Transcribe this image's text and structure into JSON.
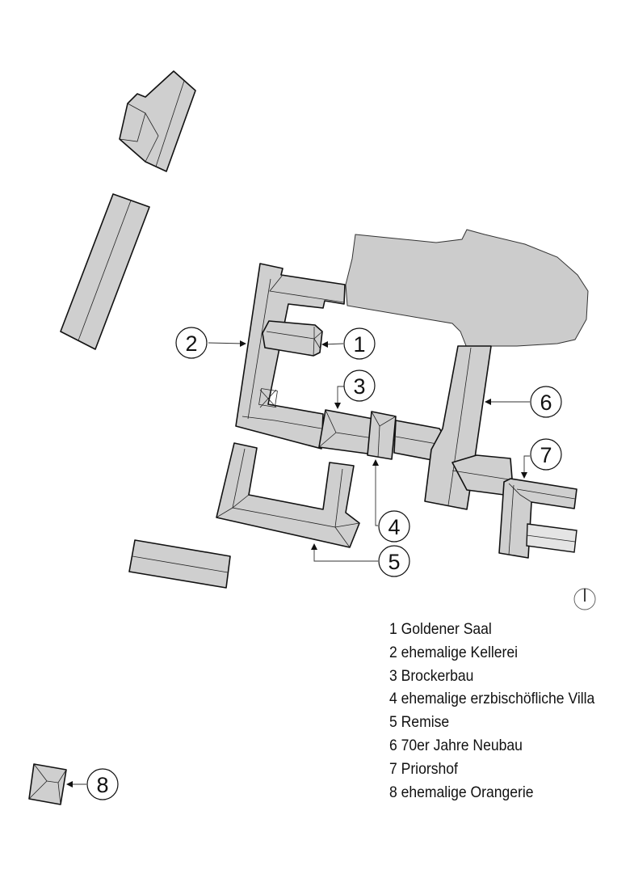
{
  "markers": [
    "1",
    "2",
    "3",
    "4",
    "5",
    "6",
    "7",
    "8"
  ],
  "legend": [
    "1 Goldener Saal",
    "2 ehemalige Kellerei",
    "3 Brockerbau",
    "4 ehemalige erzbischöfliche Villa",
    "5 Remise",
    "6 70er Jahre Neubau",
    "7 Priorshof",
    "8 ehemalige Orangerie"
  ],
  "icons": {
    "north": "north-arrow-icon"
  },
  "colors": {
    "building": "#cfcfcf",
    "church": "#cccccc",
    "outline": "#111111"
  }
}
